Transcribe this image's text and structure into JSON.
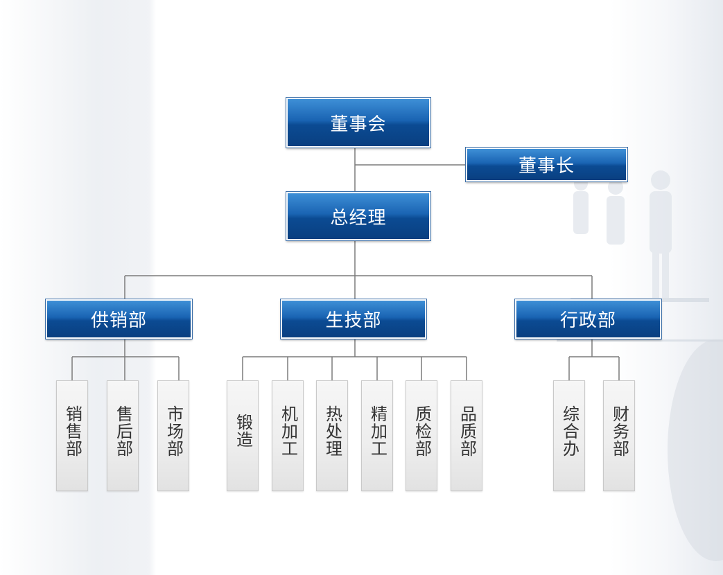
{
  "org": {
    "board": "董事会",
    "chairman": "董事长",
    "gm": "总经理",
    "departments": [
      {
        "name": "供销部",
        "units": [
          "销售部",
          "售后部",
          "市场部"
        ]
      },
      {
        "name": "生技部",
        "units": [
          "锻造",
          "机加工",
          "热处理",
          "精加工",
          "质检部",
          "品质部"
        ]
      },
      {
        "name": "行政部",
        "units": [
          "综合办",
          "财务部"
        ]
      }
    ]
  },
  "colors": {
    "box_top": "#3e8fd6",
    "box_bottom": "#0a3f80",
    "connector": "#7a7a7a",
    "leaf_text": "#333333"
  }
}
